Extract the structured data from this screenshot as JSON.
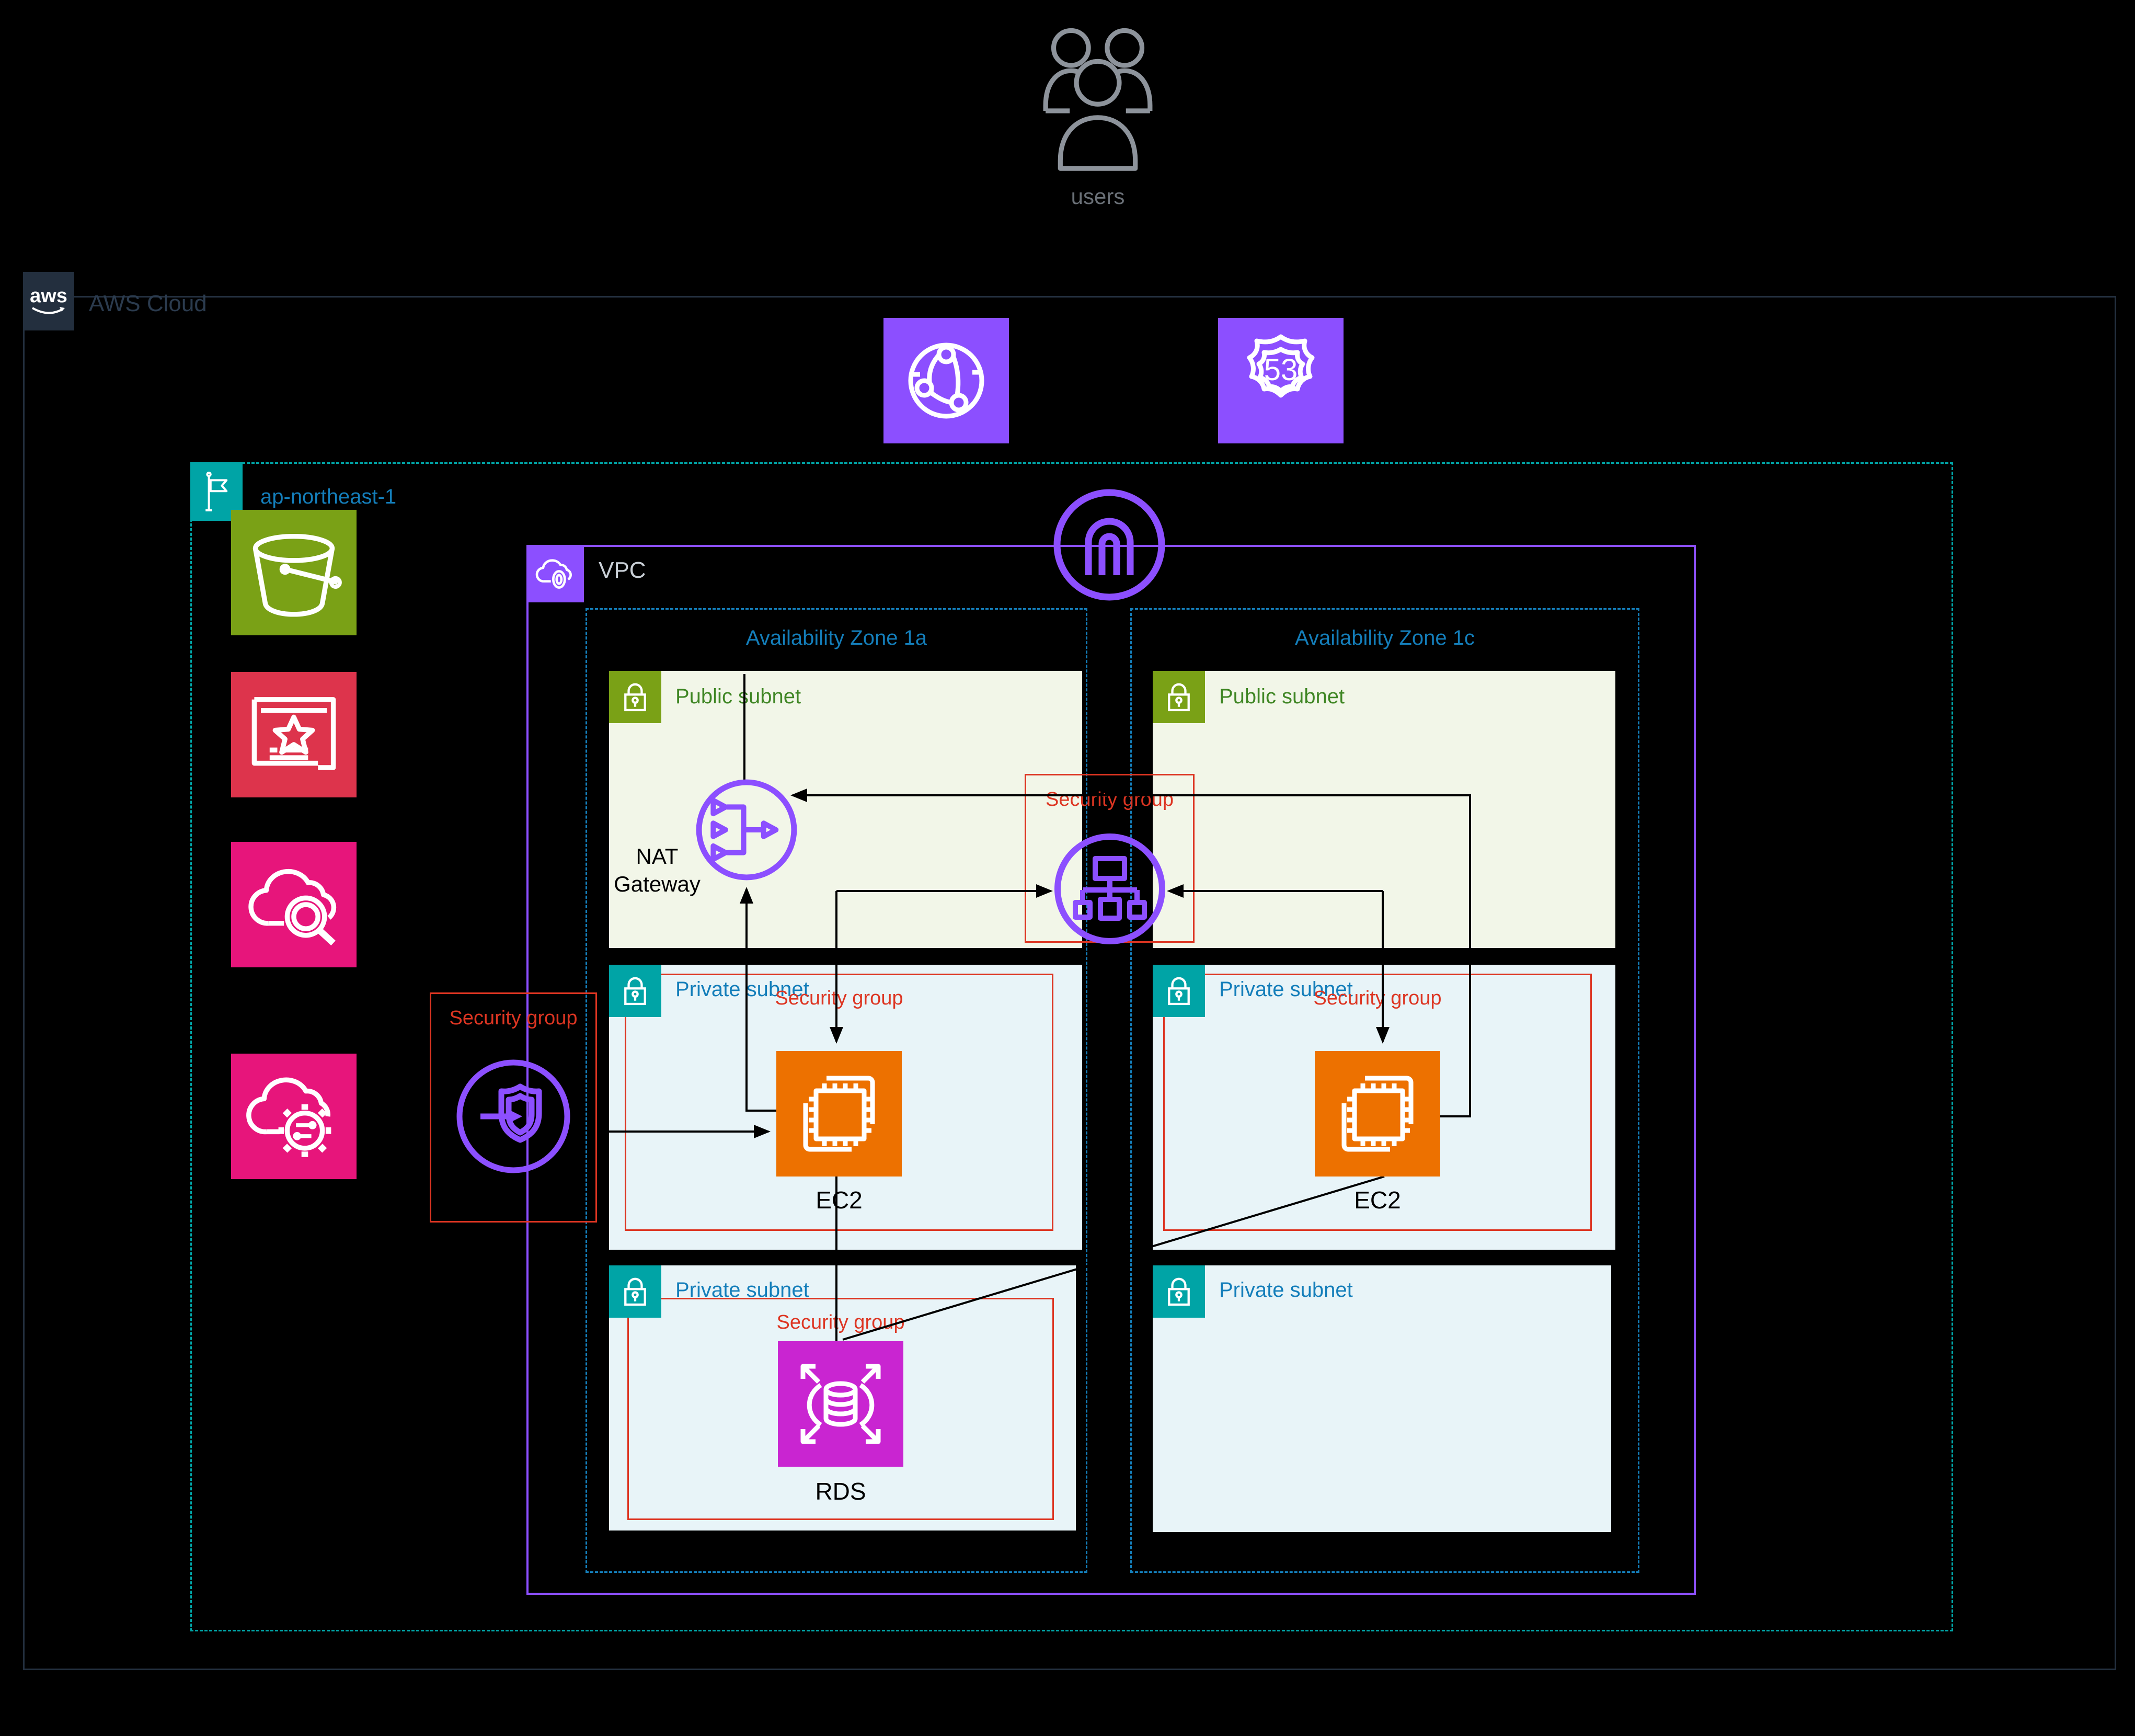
{
  "users": {
    "label": "users"
  },
  "aws_cloud": {
    "logo": "aws",
    "title": "AWS Cloud"
  },
  "region": {
    "label": "ap-northeast-1"
  },
  "vpc": {
    "label": "VPC"
  },
  "availability_zones": [
    {
      "label": "Availability Zone 1a"
    },
    {
      "label": "Availability Zone 1c"
    }
  ],
  "subnet_labels": {
    "public": "Public subnet",
    "private": "Private subnet"
  },
  "security_group_label": "Security group",
  "services": {
    "nat_gateway": {
      "label": "NAT Gateway"
    },
    "ec2": {
      "label": "EC2"
    },
    "rds": {
      "label": "RDS"
    },
    "route53_badge": "53"
  },
  "icon_names": [
    "users-icon",
    "cloudfront-icon",
    "route53-icon",
    "flag-icon",
    "s3-icon",
    "certificate-manager-icon",
    "cloudwatch-icon",
    "systems-manager-icon",
    "vpc-icon",
    "internet-gateway-icon",
    "nat-gateway-icon",
    "load-balancer-icon",
    "security-shield-icon",
    "ec2-icon",
    "rds-icon",
    "lock-icon"
  ],
  "colors": {
    "purple": "#8C4FFF",
    "region_teal": "#00A4A6",
    "az_blue": "#147EBA",
    "public_green": "#7AA116",
    "public_label": "#3F8624",
    "private_teal": "#00A4A6",
    "subnet_public_fill": "#F2F6E8",
    "subnet_private_fill": "#E8F4F8",
    "sg_red": "#DD3522",
    "ec2_orange": "#ED7100",
    "rds_magenta": "#C925D1",
    "s3_green": "#7AA116",
    "acm_red": "#DD344C",
    "mgmt_pink": "#E7157B",
    "cloud_dark": "#232F3E",
    "cloud_title": "#2B3B4E",
    "users_gray": "#8D939B",
    "users_label_gray": "#6A7077",
    "vpc_label_gray": "#C9CFD6",
    "wire": "#000000"
  }
}
